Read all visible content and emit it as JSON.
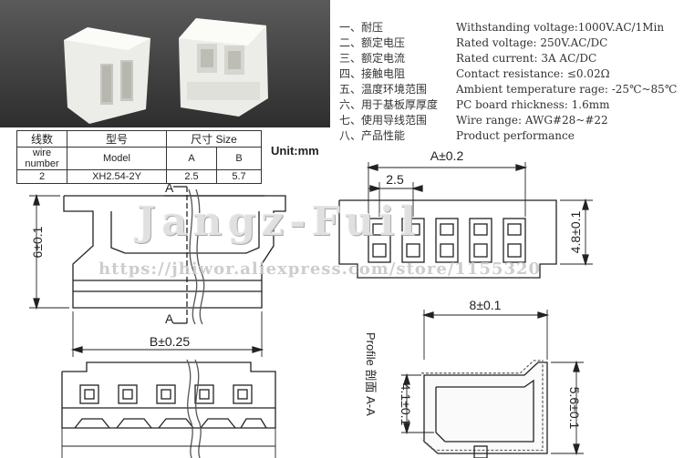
{
  "table": {
    "h_wire_zh": "线数",
    "h_wire_en": "wire number",
    "h_model_zh": "型号",
    "h_model_en": "Model",
    "h_size": "尺寸 Size",
    "h_a": "A",
    "h_b": "B",
    "row_wire": "2",
    "row_model": "XH2.54-2Y",
    "row_a": "2.5",
    "row_b": "5.7"
  },
  "unit": "Unit:mm",
  "specs": [
    {
      "zh": "一、耐压",
      "en": "Withstanding voltage:1000V.AC/1Min"
    },
    {
      "zh": "二、额定电压",
      "en": "Rated voltage: 250V.AC/DC"
    },
    {
      "zh": "三、额定电流",
      "en": "Rated current: 3A AC/DC"
    },
    {
      "zh": "四、接触电阻",
      "en": "Contact resistance: ≤0.02Ω"
    },
    {
      "zh": "五、温度环境范围",
      "en": "Ambient temperature rage: -25℃~85℃"
    },
    {
      "zh": "六、用于基板厚厚度",
      "en": "PC board rhickness: 1.6mm"
    },
    {
      "zh": "七、使用导线范围",
      "en": "Wire range: AWG#28~#22"
    },
    {
      "zh": "八、产品性能",
      "en": "Product performance"
    }
  ],
  "dims": {
    "a_pm": "A±0.2",
    "pitch": "2.5",
    "h48": "4.8±0.1",
    "h6": "6±0.1",
    "b_pm": "B±0.25",
    "w8": "8±0.1",
    "h41": "4.1±0.1",
    "h56": "5.6±0.1",
    "sec_a_top": "A",
    "sec_a_bottom": "A",
    "profile": "Profile 剖面 A-A"
  },
  "watermark": {
    "brand": "Jangz-Fuil",
    "url": "https://jhiwor.aliexpress.com/store/1155320"
  },
  "colors": {
    "photo_bg": "#3d3d3d",
    "connector": "#f2f2f0",
    "line": "#222222"
  }
}
